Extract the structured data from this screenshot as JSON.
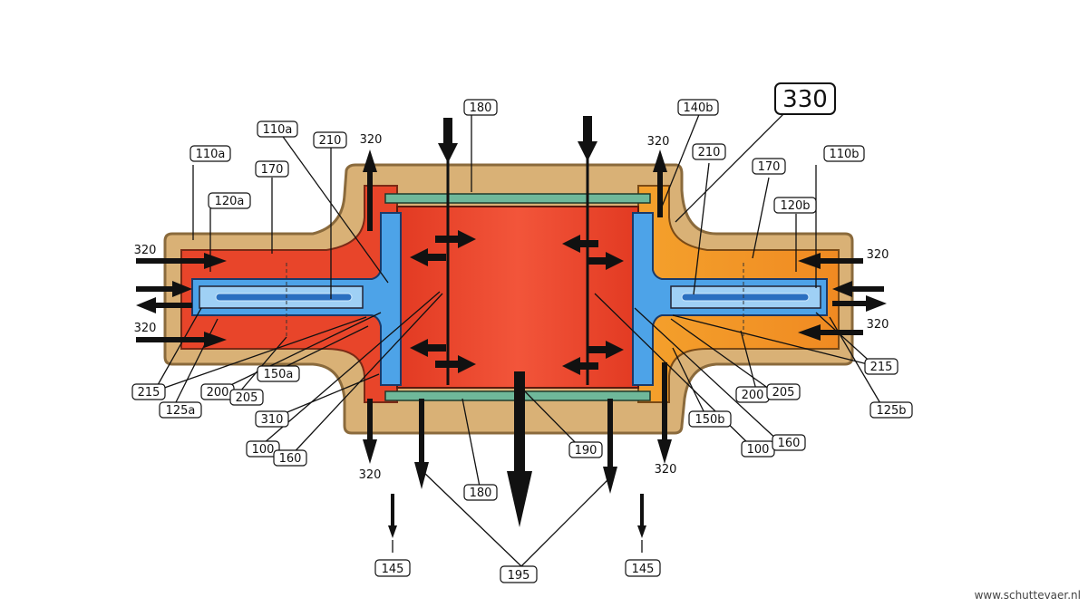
{
  "diagram": {
    "labels": {
      "l330": "330",
      "l180_top": "180",
      "l140b": "140b",
      "l110a_top": "110a",
      "l210_left": "210",
      "l320_topleft": "320",
      "l320_topright": "320",
      "l210_right": "210",
      "l170_right": "170",
      "l110b": "110b",
      "l110a_left": "110a",
      "l170_left": "170",
      "l120a": "120a",
      "l120b": "120b",
      "l320_left1": "320",
      "l320_left2": "320",
      "l320_right1": "320",
      "l320_right2": "320",
      "l215_left": "215",
      "l125a": "125a",
      "l200_left": "200",
      "l205_left": "205",
      "l150a": "150a",
      "l310": "310",
      "l100_left": "100",
      "l160_left": "160",
      "l215_right": "215",
      "l200_right": "200",
      "l205_right": "205",
      "l125b": "125b",
      "l150b": "150b",
      "l100_right": "100",
      "l160_right": "160",
      "l190": "190",
      "l180_bottom": "180",
      "l320_botleft": "320",
      "l320_botright": "320",
      "l145_left": "145",
      "l145_right": "145",
      "l195": "195"
    },
    "colors": {
      "housing": "#d9b176",
      "housing_edge": "#8a6a3c",
      "hot": "#e8452a",
      "hot_light": "#f06a3a",
      "orange": "#f39a2a",
      "cold": "#4da3e8",
      "cold_light": "#9fd0f5",
      "plate": "#6fb89a"
    }
  },
  "watermark": "www.schuttevaer.nl"
}
